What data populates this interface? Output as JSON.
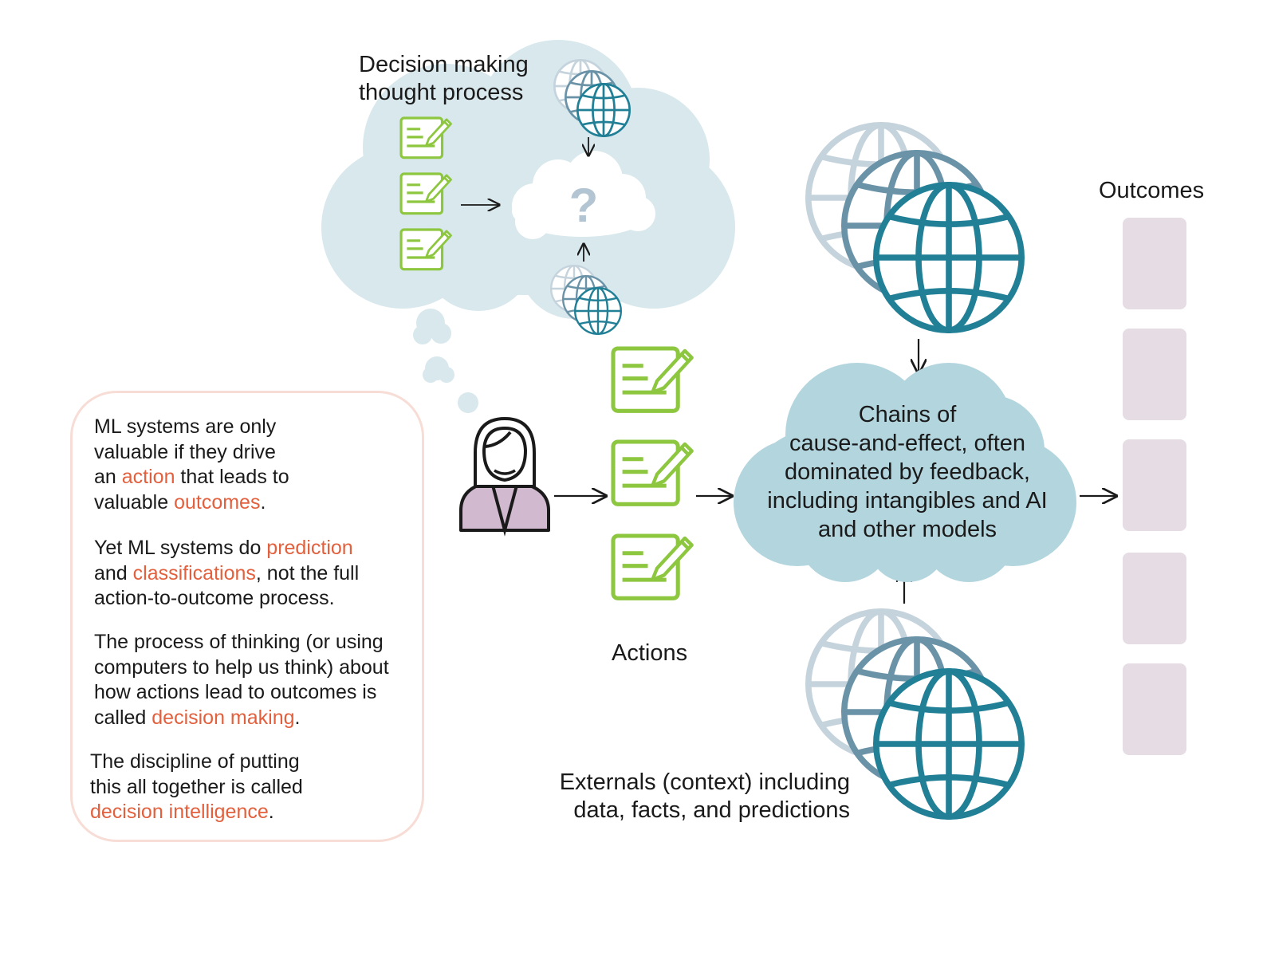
{
  "thought_cloud": {
    "title_line1": "Decision making",
    "title_line2": "thought process",
    "question_mark": "?"
  },
  "info_box": {
    "p1": {
      "line1": "ML systems are only",
      "line2": "valuable if they drive",
      "line3_pre": "an ",
      "line3_hl": "action",
      "line3_post": " that leads to",
      "line4_pre": "valuable ",
      "line4_hl": "outcomes",
      "line4_post": "."
    },
    "p2": {
      "line1_pre": "Yet ML systems do ",
      "line1_hl": "prediction",
      "line2_pre": "and ",
      "line2_hl": "classifications",
      "line2_post": ", not the full",
      "line3": "action-to-outcome process."
    },
    "p3": {
      "line1": "The process of thinking (or using",
      "line2": "computers to help us think) about",
      "line3": "how actions lead to outcomes is",
      "line4_pre": "called ",
      "line4_hl": "decision making",
      "line4_post": "."
    },
    "p4": {
      "line1": "The discipline of putting",
      "line2": "this all together is called",
      "line3_hl": "decision intelligence",
      "line3_post": "."
    }
  },
  "actions_label": "Actions",
  "chain_cloud": {
    "line1": "Chains of",
    "line2": "cause-and-effect, often",
    "line3": "dominated by feedback,",
    "line4": "including intangibles and AI",
    "line5": "and other models"
  },
  "externals": {
    "line1": "Externals (context) including",
    "line2": "data, facts, and predictions"
  },
  "outcomes_label": "Outcomes",
  "icons": [
    "person-icon",
    "document-pencil-icon",
    "globe-icon",
    "thought-cloud",
    "arrow-icon"
  ],
  "colors": {
    "accent_text": "#e2603d",
    "thought_cloud": "#d8e8ed",
    "chain_cloud": "#b3d5de",
    "document_green": "#8dc63f",
    "globe_dark": "#217f96",
    "globe_mid": "#6b93a8",
    "globe_light": "#c5d3dd",
    "outcome_box": "#e5dce4",
    "person_shirt": "#d1b9cf",
    "info_border": "#f7ddd6"
  }
}
